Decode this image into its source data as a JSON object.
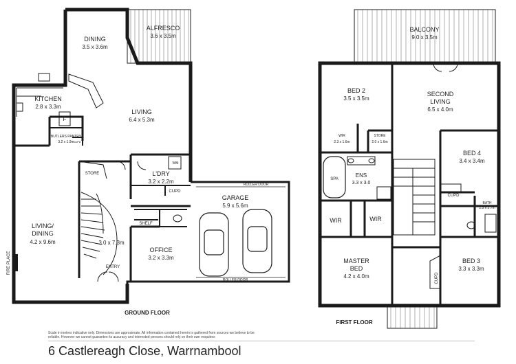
{
  "ground_floor": {
    "title": "GROUND FLOOR",
    "rooms": [
      {
        "name": "DINING",
        "size": "3.5 x 3.6m"
      },
      {
        "name": "ALFRESCO",
        "size": "3.6 x 3.5m"
      },
      {
        "name": "KITCHEN",
        "size": "2.8 x 3.3m"
      },
      {
        "name": "LIVING",
        "size": "6.4 x 5.3m"
      },
      {
        "name": "BUTLERS PANTRY",
        "size": "3.2 x 1.9m"
      },
      {
        "name": "L'DRY",
        "size": "3.2 x 2.2m"
      },
      {
        "name": "GARAGE",
        "size": "5.9 x 5.6m"
      },
      {
        "name": "LIVING/",
        "size": "DINING"
      },
      {
        "name": "",
        "size": "4.2 x 9.6m"
      },
      {
        "name": "OFFICE",
        "size": "3.2 x 3.3m"
      }
    ],
    "labels": {
      "store": "STORE",
      "cupd_small": "CUPD",
      "wm": "WM",
      "cupd": "CUPD",
      "shelf": "SHELF",
      "stair_size": "3.0 x 7.3m",
      "entry": "ENTRY",
      "fire_place": "FIRE PLACE",
      "roller_door_top": "ROLLER DOOR",
      "roller_door_bottom": "ROLLER DOOR",
      "f": "F"
    }
  },
  "first_floor": {
    "title": "FIRST FLOOR",
    "rooms": [
      {
        "name": "BALCONY",
        "size": "9.0 x 3.5m"
      },
      {
        "name": "BED 2",
        "size": "3.5 x 3.5m"
      },
      {
        "name": "SECOND",
        "size": "LIVING"
      },
      {
        "name": "",
        "size": "6.5 x 4.0m"
      },
      {
        "name": "WIR",
        "size": "2.3 x 1.6m"
      },
      {
        "name": "STORE",
        "size": "2.0 x 1.6m"
      },
      {
        "name": "BED 4",
        "size": "3.4 x 3.4m"
      },
      {
        "name": "ENS",
        "size": "3.3 x 3.0"
      },
      {
        "name": "BATH",
        "size": "2.3 x 2.7m"
      },
      {
        "name": "MASTER",
        "size": "BED"
      },
      {
        "name": "",
        "size": "4.2 x 4.0m"
      },
      {
        "name": "BED 3",
        "size": "3.3 x 3.3m"
      }
    ],
    "labels": {
      "spa": "SPA",
      "wir_left": "WIR",
      "wir_right": "WIR",
      "cupd_bed4": "CUPD",
      "cupd_bed3": "CUPD"
    }
  },
  "disclaimer": "Scale in metres indicative only. Dimensions are approximate. All information contained herein is gathered from sources we believe to be reliable. However we cannot guarantee its accuracy and interested persons should rely on their own enquiries",
  "address": "6 Castlereagh Close, Warrnambool"
}
